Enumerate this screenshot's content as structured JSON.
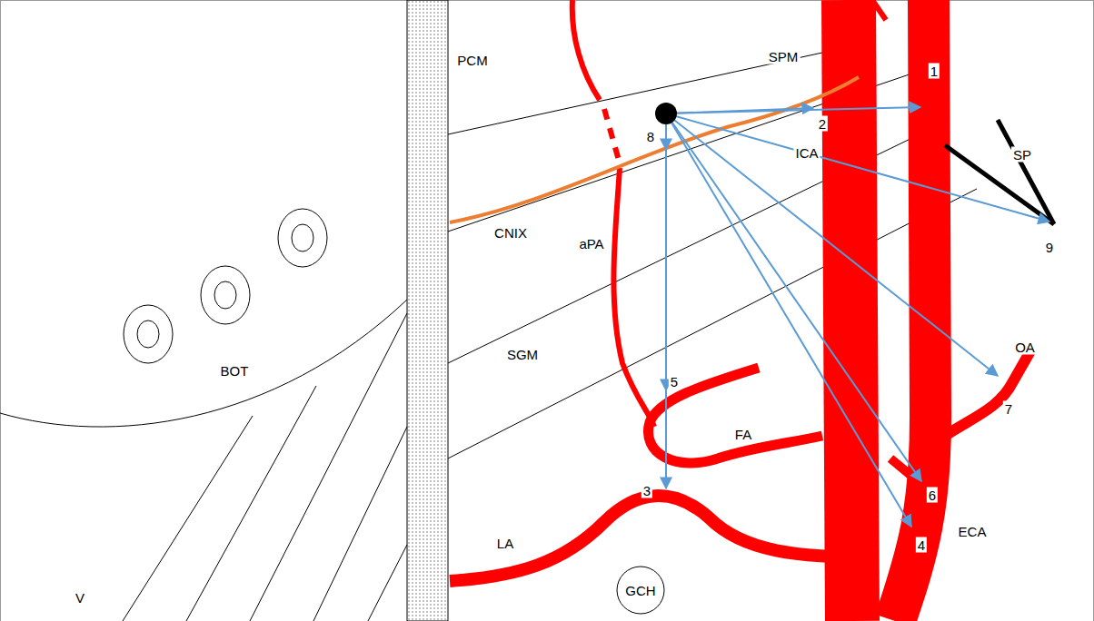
{
  "diagram": {
    "nodes": [
      {
        "text": [
          "GCH"
        ]
      }
    ],
    "edges": [],
    "labels": [
      "PCM",
      "SPM",
      "1",
      "2",
      "8",
      "ICA",
      "SP",
      "9",
      "CNIX",
      "aPA",
      "BOT",
      "SGM",
      "5",
      "FA",
      "OA",
      "7",
      "3",
      "6",
      "LA",
      "4",
      "ECA",
      "V"
    ]
  }
}
